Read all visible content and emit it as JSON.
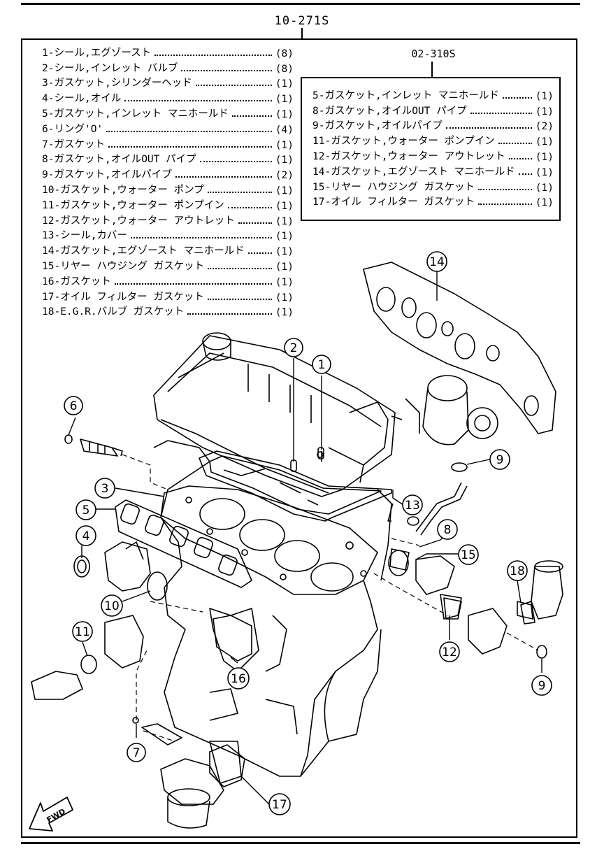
{
  "header_code": "10-271S",
  "parts_list": [
    {
      "name": "1-シール,エグゾースト",
      "qty": "(8)"
    },
    {
      "name": "2-シール,インレット バルブ",
      "qty": "(8)"
    },
    {
      "name": "3-ガスケット,シリンダーヘッド",
      "qty": "(1)"
    },
    {
      "name": "4-シール,オイル",
      "qty": "(1)"
    },
    {
      "name": "5-ガスケット,インレット マニホールド",
      "qty": "(1)"
    },
    {
      "name": "6-リング'O'",
      "qty": "(4)"
    },
    {
      "name": "7-ガスケット",
      "qty": "(1)"
    },
    {
      "name": "8-ガスケット,オイルOUT パイプ",
      "qty": "(1)"
    },
    {
      "name": "9-ガスケット,オイルパイプ",
      "qty": "(2)"
    },
    {
      "name": "10-ガスケット,ウォーター ポンプ",
      "qty": "(1)"
    },
    {
      "name": "11-ガスケット,ウォーター ポンプイン",
      "qty": "(1)"
    },
    {
      "name": "12-ガスケット,ウォーター アウトレット",
      "qty": "(1)"
    },
    {
      "name": "13-シール,カバー",
      "qty": "(1)"
    },
    {
      "name": "14-ガスケット,エグゾースト マニホールド",
      "qty": "(1)"
    },
    {
      "name": "15-リヤー ハウジング ガスケット",
      "qty": "(1)"
    },
    {
      "name": "16-ガスケット",
      "qty": "(1)"
    },
    {
      "name": "17-オイル フィルター ガスケット",
      "qty": "(1)"
    },
    {
      "name": "18-E.G.R.バルブ ガスケット",
      "qty": "(1)"
    }
  ],
  "sub_kit": {
    "code": "02-310S",
    "parts": [
      {
        "name": "5-ガスケット,インレット マニホールド",
        "qty": "(1)"
      },
      {
        "name": "8-ガスケット,オイルOUT パイプ",
        "qty": "(1)"
      },
      {
        "name": "9-ガスケット,オイルパイプ",
        "qty": "(2)"
      },
      {
        "name": "11-ガスケット,ウォーター ポンプイン",
        "qty": "(1)"
      },
      {
        "name": "12-ガスケット,ウォーター アウトレット",
        "qty": "(1)"
      },
      {
        "name": "14-ガスケット,エグゾースト マニホールド",
        "qty": "(1)"
      },
      {
        "name": "15-リヤー ハウジング ガスケット",
        "qty": "(1)"
      },
      {
        "name": "17-オイル フィルター ガスケット",
        "qty": "(1)"
      }
    ]
  },
  "callouts": [
    "1",
    "2",
    "3",
    "4",
    "5",
    "6",
    "7",
    "8",
    "9",
    "9",
    "10",
    "11",
    "12",
    "13",
    "14",
    "15",
    "16",
    "17",
    "18"
  ],
  "fwd_label": "FWD"
}
